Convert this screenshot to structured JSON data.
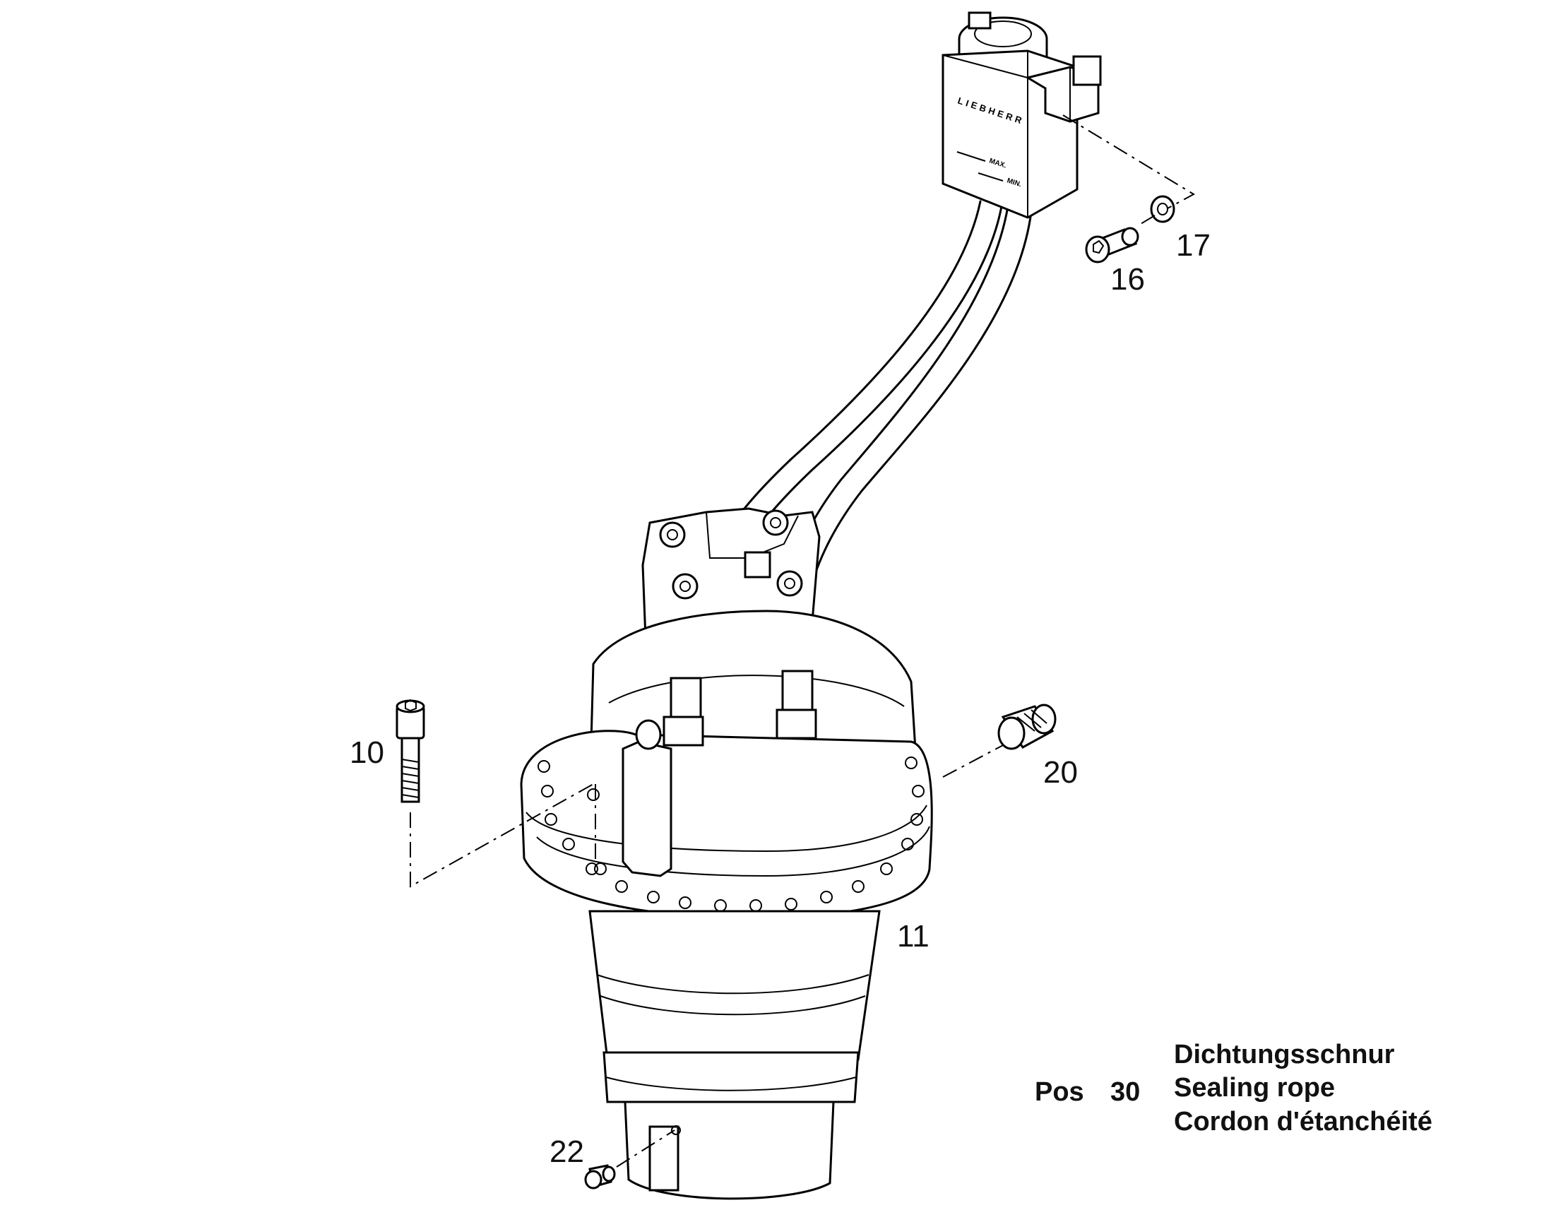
{
  "callouts": {
    "c10": "10",
    "c11": "11",
    "c16": "16",
    "c17": "17",
    "c20": "20",
    "c22": "22"
  },
  "legend": {
    "pos_label": "Pos",
    "pos_number": "30",
    "name_de": "Dichtungsschnur",
    "name_en": "Sealing rope",
    "name_fr": "Cordon d'étanchéité"
  },
  "reservoir": {
    "brand_text": "LIEBHERR",
    "max_mark": "MAX.",
    "min_mark": "MIN."
  }
}
